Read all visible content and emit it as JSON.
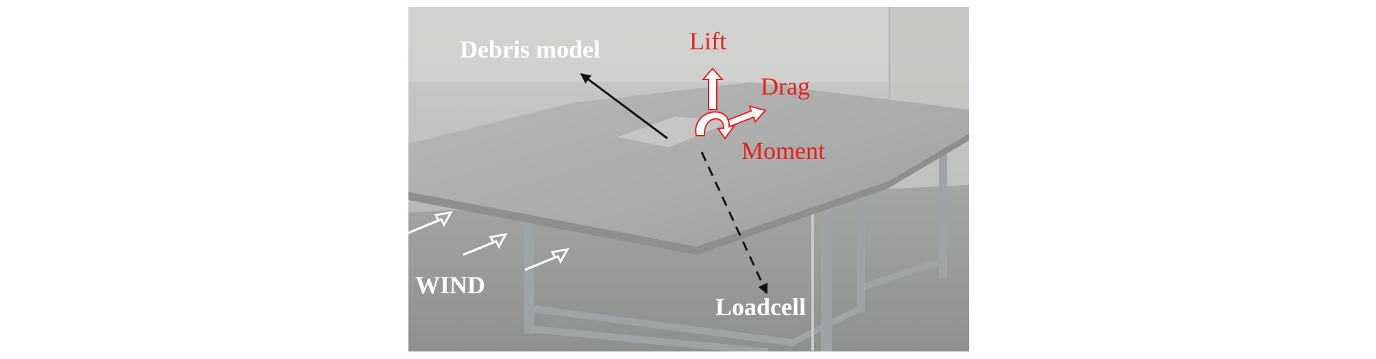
{
  "figure": {
    "labels": {
      "debris_model": "Debris model",
      "loadcell": "Loadcell",
      "wind": "WIND",
      "lift": "Lift",
      "drag": "Drag",
      "moment": "Moment"
    },
    "colors": {
      "label_white": "#ffffff",
      "label_red": "#e8201d",
      "arrow_black": "#111111",
      "frame_aluminum": "#9ea3a6"
    }
  }
}
